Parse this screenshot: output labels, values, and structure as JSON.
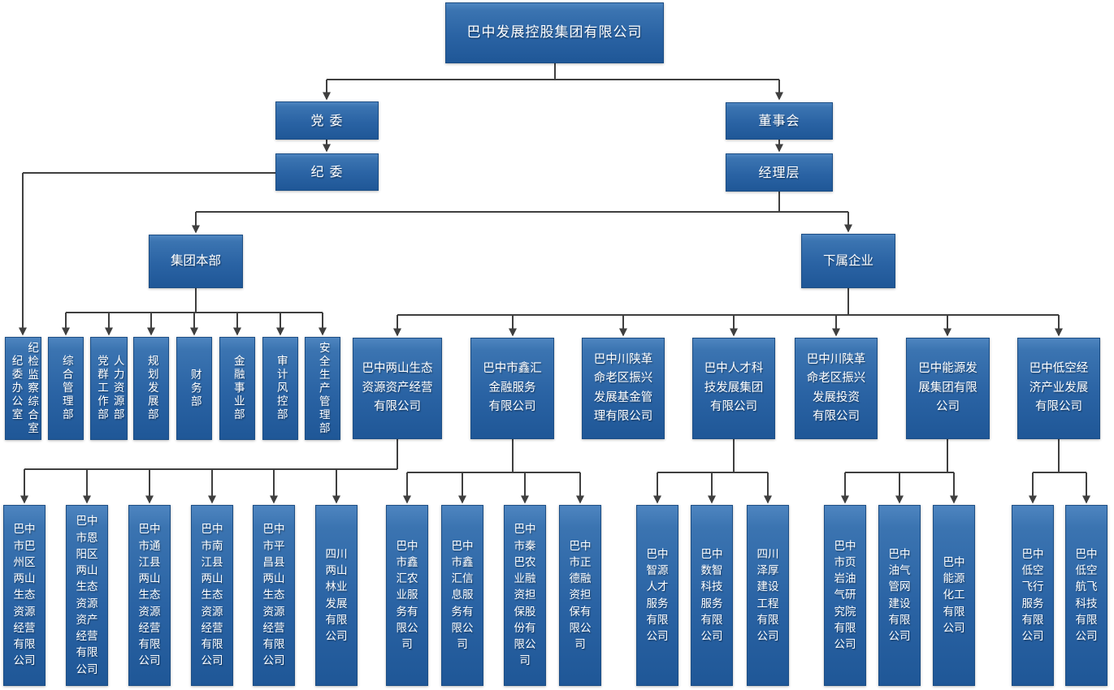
{
  "chart": {
    "type": "org-chart",
    "root": "巴中发展控股集团有限公司",
    "party_committee": "党 委",
    "discipline_committee": "纪 委",
    "board": "董事会",
    "management": "经理层",
    "headquarters": "集团本部",
    "subsidiaries_group": "下属企业",
    "departments": [
      "纪检监察综合室\n纪委办公室",
      "综合管理部",
      "人力资源部\n党群工作部",
      "规划发展部",
      "财务部",
      "金融事业部",
      "审计风控部",
      "安全生产管理部"
    ],
    "companies": [
      "巴中两山生态\n资源资产经营\n有限公司",
      "巴中市鑫汇\n金融服务\n有限公司",
      "巴中川陕革\n命老区振兴\n发展基金管\n理有限公司",
      "巴中人才科\n技发展集团\n有限公司",
      "巴中川陕革\n命老区振兴\n发展投资\n有限公司",
      "巴中能源发\n展集团有限\n公司",
      "巴中低空经\n济产业发展\n有限公司"
    ],
    "subcompanies": [
      "巴中\n市巴\n州区\n两山\n生态\n资源\n经营\n有限\n公司",
      "巴中\n市恩\n阳区\n两山\n生态\n资源\n资产\n经营\n有限\n公司",
      "巴中\n市通\n江县\n两山\n生态\n资源\n经营\n有限\n公司",
      "巴中\n市南\n江县\n两山\n生态\n资源\n经营\n有限\n公司",
      "巴中\n市平\n昌县\n两山\n生态\n资源\n经营\n有限\n公司",
      "四川\n两山\n林业\n发展\n有限\n公司",
      "巴中\n市鑫\n汇农\n业服\n务有\n限公\n司",
      "巴中\n市鑫\n汇信\n息服\n务有\n限公\n司",
      "巴中\n市秦\n巴农\n业融\n资担\n保股\n份有\n限公\n司",
      "巴中\n市正\n德融\n资担\n保有\n限公\n司",
      "巴中\n智源\n人才\n服务\n有限\n公司",
      "巴中\n数智\n科技\n服务\n有限\n公司",
      "四川\n泽厚\n建设\n工程\n有限\n公司",
      "巴中\n市页\n岩油\n气研\n究院\n有限\n公司",
      "巴中\n油气\n管网\n建设\n有限\n公司",
      "巴中\n能源\n化工\n有限\n公司",
      "巴中\n低空\n飞行\n服务\n有限\n公司",
      "巴中\n低空\n航飞\n科技\n有限\n公司"
    ]
  },
  "colors": {
    "box_gradient_top": "#4e85c0",
    "box_gradient_bottom": "#1f5797",
    "box_border": "#1c4e85",
    "connector": "#3f3f3f",
    "text": "#ffffff",
    "background": "#ffffff"
  }
}
